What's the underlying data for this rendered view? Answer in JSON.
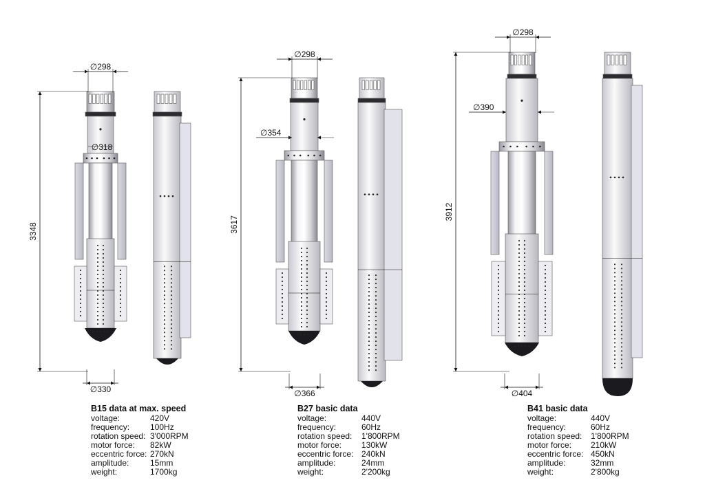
{
  "machines": [
    {
      "id": "b15",
      "dim_height": "3348",
      "dim_top": "298",
      "dim_mid": "318",
      "dim_bottom": "330",
      "spec": {
        "title": "B15 data at max. speed",
        "rows": [
          {
            "key": "voltage:",
            "value": "420V"
          },
          {
            "key": "frequency:",
            "value": "100Hz"
          },
          {
            "key": "rotation speed:",
            "value": "3'000RPM"
          },
          {
            "key": "motor force:",
            "value": "82kW"
          },
          {
            "key": "eccentric force:",
            "value": "270kN"
          },
          {
            "key": "amplitude:",
            "value": "15mm"
          },
          {
            "key": "weight:",
            "value": "1700kg"
          }
        ]
      }
    },
    {
      "id": "b27",
      "dim_height": "3617",
      "dim_top": "298",
      "dim_mid": "354",
      "dim_bottom": "366",
      "spec": {
        "title": "B27 basic data",
        "rows": [
          {
            "key": "voltage:",
            "value": "440V"
          },
          {
            "key": "frequency:",
            "value": "60Hz"
          },
          {
            "key": "rotation speed:",
            "value": "1'800RPM"
          },
          {
            "key": "motor force:",
            "value": "130kW"
          },
          {
            "key": "eccentric force:",
            "value": "240kN"
          },
          {
            "key": "amplitude:",
            "value": "24mm"
          },
          {
            "key": "weight:",
            "value": "2'200kg"
          }
        ]
      }
    },
    {
      "id": "b41",
      "dim_height": "3912",
      "dim_top": "298",
      "dim_mid": "390",
      "dim_bottom": "404",
      "spec": {
        "title": "B41 basic data",
        "rows": [
          {
            "key": "voltage:",
            "value": "440V"
          },
          {
            "key": "frequency:",
            "value": "60Hz"
          },
          {
            "key": "rotation speed:",
            "value": "1'800RPM"
          },
          {
            "key": "motor force:",
            "value": "210kW"
          },
          {
            "key": "eccentric force:",
            "value": "450kN"
          },
          {
            "key": "amplitude:",
            "value": "32mm"
          },
          {
            "key": "weight:",
            "value": "2'800kg"
          }
        ]
      }
    }
  ],
  "diameter_symbol": "∅",
  "colors": {
    "line": "#111111",
    "metal_light": "#e9e9ec",
    "metal_mid": "#c6c6cc",
    "metal_dark": "#8e8e96",
    "tip": "#1a1a1f",
    "dark_band": "#2b2b30",
    "side_panel": "#d6d6de"
  }
}
